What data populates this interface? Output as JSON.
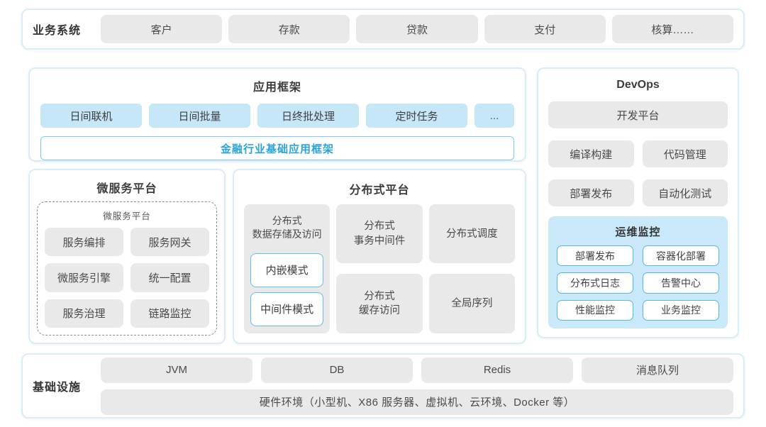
{
  "colors": {
    "panel_border": "#D7EEF7",
    "node_gray": "#E9E9E9",
    "light_blue_fill": "#C6E7F8",
    "monitor_bg": "#C9E9FB",
    "outline_blue": "#54B8E5",
    "accent_blue_text": "#29A3D9"
  },
  "business_system": {
    "label": "业务系统",
    "items": [
      "客户",
      "存款",
      "贷款",
      "支付",
      "核算……"
    ]
  },
  "app_framework": {
    "title": "应用框架",
    "items": [
      "日间联机",
      "日间批量",
      "日终批处理",
      "定时任务",
      "..."
    ],
    "base": "金融行业基础应用框架"
  },
  "microservice": {
    "title": "微服务平台",
    "inner_title": "微服务平台",
    "items": [
      "服务编排",
      "服务网关",
      "微服务引擎",
      "统一配置",
      "服务治理",
      "链路监控"
    ]
  },
  "distributed": {
    "title": "分布式平台",
    "storage": {
      "label": "分布式\n数据存储及访问",
      "modes": [
        "内嵌模式",
        "中间件模式"
      ]
    },
    "cells": [
      "分布式\n事务中间件",
      "分布式调度",
      "分布式\n缓存访问",
      "全局序列"
    ]
  },
  "devops": {
    "title": "DevOps",
    "platform": "开发平台",
    "items": [
      "编译构建",
      "代码管理",
      "部署发布",
      "自动化测试"
    ],
    "monitor": {
      "title": "运维监控",
      "items": [
        "部署发布",
        "容器化部署",
        "分布式日志",
        "告警中心",
        "性能监控",
        "业务监控"
      ]
    }
  },
  "infrastructure": {
    "label": "基础设施",
    "items": [
      "JVM",
      "DB",
      "Redis",
      "消息队列"
    ],
    "hardware": "硬件环境（小型机、X86 服务器、虚拟机、云环境、Docker 等）"
  }
}
